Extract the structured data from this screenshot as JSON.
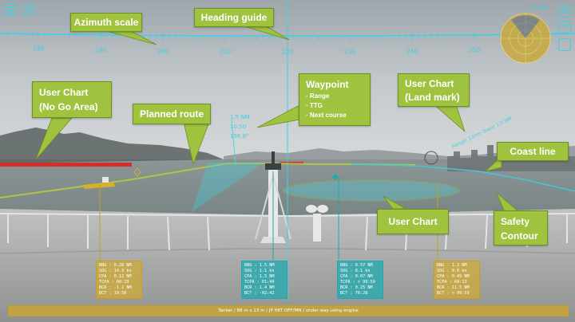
{
  "azimuth": {
    "ticks": [
      "190",
      "200",
      "210",
      "220",
      "230",
      "240",
      "250"
    ],
    "left_partial": "180"
  },
  "callouts": {
    "azimuth_scale": "Azimuth scale",
    "heading_guide": "Heading guide",
    "waypoint_title": "Waypoint",
    "waypoint_items": [
      "Range",
      "TTG",
      "Next course"
    ],
    "user_chart_nogo_line1": "User Chart",
    "user_chart_nogo_line2": "(No Go Area)",
    "planned_route": "Planned route",
    "user_chart_landmark_line1": "User Chart",
    "user_chart_landmark_line2": "(Land mark)",
    "coast_line": "Coast line",
    "user_chart": "User Chart",
    "safety_contour_line1": "Safety",
    "safety_contour_line2": "Contour"
  },
  "waypoint_readout": {
    "range": "1.5 NM",
    "ttg": "10:50",
    "course": "196.8°"
  },
  "landmark_label": "Range: 12nm Tower 1.5 NM",
  "radar_range": "2.0 NM",
  "ais_targets": [
    {
      "style": "yellow",
      "lines": [
        "RNG : 0.28 NM",
        "SOG : 14.9 kn",
        "CPA : 0.12 NM",
        "TCPA : 00:29",
        "BCR : -1.1 NM",
        "BCT : 19:56"
      ]
    },
    {
      "style": "cyan",
      "lines": [
        "RNG : 1.5 NM",
        "SOG : 1.1 kn",
        "CPA : 1.5 NM",
        "TCPA : 01:40",
        "BCR : 1.4 NM",
        "BCT : -02:42"
      ]
    },
    {
      "style": "cyan",
      "lines": [
        "RNG : 0.57 NM",
        "SOG : 8.1 kn",
        "CPA : 0.07 NM",
        "TCPA : > 99:59",
        "BCR : 0.25 NM",
        "BCT : 76:28"
      ]
    },
    {
      "style": "yellow",
      "lines": [
        "RNG : 1.2 NM",
        "SOG : 0.0 kn",
        "CPA : 0.49 NM",
        "TCPA : 68:13",
        "BCR : 11.5 NM",
        "BCT : > 99:59"
      ]
    }
  ],
  "status_bar": "Tanker  /  88 m x 13 m  /  JP HKT OFF/MN  /  under way using engine",
  "colors": {
    "callout_green": "#9fc23f",
    "scale_cyan": "#3fd0e0",
    "ais_yellow": "#c8a020",
    "ais_cyan": "#20a8b0",
    "nogo_red": "#e02020"
  }
}
